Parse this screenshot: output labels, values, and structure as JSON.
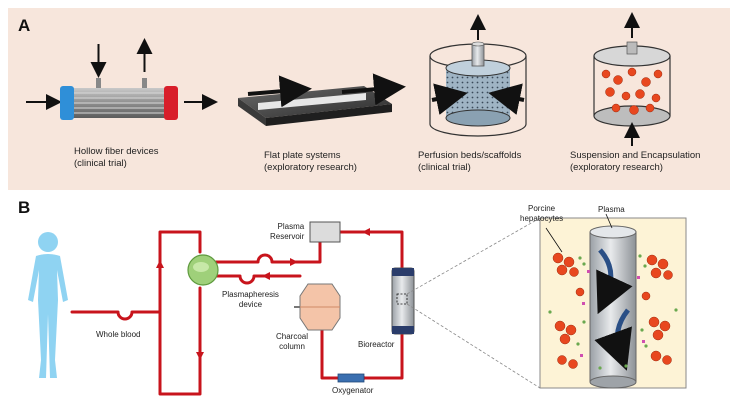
{
  "panel_a": {
    "letter": "A",
    "devices": [
      {
        "title": "Hollow fiber devices",
        "note": "(clinical trial)"
      },
      {
        "title": "Flat plate systems",
        "note": "(exploratory research)"
      },
      {
        "title": "Perfusion beds/scaffolds",
        "note": "(clinical trial)"
      },
      {
        "title": "Suspension and Encapsulation",
        "note": "(exploratory research)"
      }
    ]
  },
  "panel_b": {
    "letter": "B",
    "labels": {
      "whole_blood": "Whole blood",
      "plasmapheresis_line1": "Plasmapheresis",
      "plasmapheresis_line2": "device",
      "plasma_reservoir_line1": "Plasma",
      "plasma_reservoir_line2": "Reservoir",
      "charcoal_line1": "Charcoal",
      "charcoal_line2": "column",
      "oxygenator": "Oxygenator",
      "bioreactor": "Bioreactor",
      "porcine_line1": "Porcine",
      "porcine_line2": "hepatocytes",
      "plasma": "Plasma"
    }
  },
  "colors": {
    "panel_a_bg": "#f7e6dc",
    "tubing": "#c8141c",
    "body_figure": "#8fd3f2",
    "plasmapheresis": "#9fd07a",
    "charcoal": "#f4c4a8",
    "bioreactor_inset_bg": "#fdf3d6",
    "hepatocyte": "#e8471f"
  }
}
